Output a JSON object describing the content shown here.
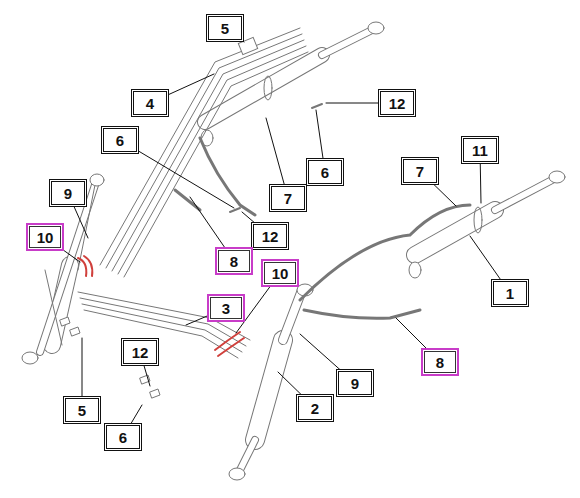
{
  "diagram": {
    "nodes": [
      {
        "text": [
          "5"
        ]
      },
      {
        "text": [
          "4"
        ]
      },
      {
        "text": [
          "12"
        ]
      },
      {
        "text": [
          "11"
        ]
      },
      {
        "text": [
          "6"
        ]
      },
      {
        "text": [
          "6"
        ]
      },
      {
        "text": [
          "7"
        ]
      },
      {
        "text": [
          "7"
        ]
      },
      {
        "text": [
          "9"
        ]
      },
      {
        "text": [
          "12"
        ]
      },
      {
        "text": [
          "10"
        ]
      },
      {
        "text": [
          "8"
        ]
      },
      {
        "text": [
          "10"
        ]
      },
      {
        "text": [
          "1"
        ]
      },
      {
        "text": [
          "3"
        ]
      },
      {
        "text": [
          "12"
        ]
      },
      {
        "text": [
          "8"
        ]
      },
      {
        "text": [
          "9"
        ]
      },
      {
        "text": [
          "5"
        ]
      },
      {
        "text": [
          "2"
        ]
      },
      {
        "text": [
          "6"
        ]
      }
    ]
  }
}
